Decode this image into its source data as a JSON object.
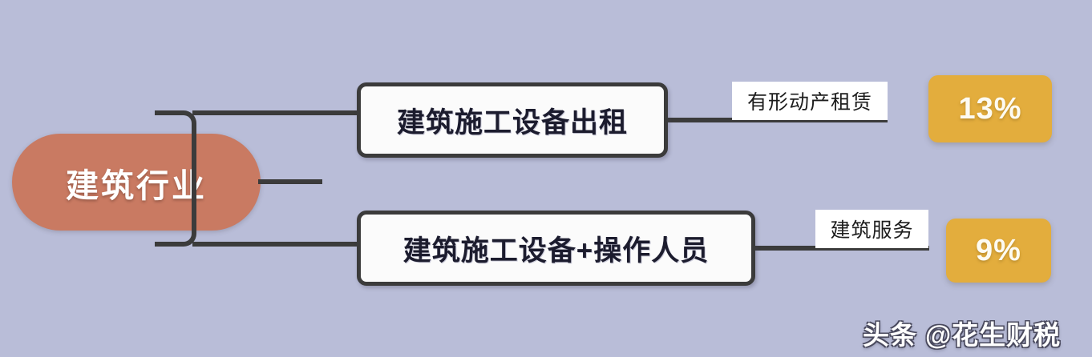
{
  "background_color": "#b9bdd8",
  "diagram": {
    "root": {
      "label": "建筑行业",
      "color": "#c97a62",
      "text_color": "#ffffff"
    },
    "branches": [
      {
        "label": "建筑施工设备出租",
        "tag": "有形动产租赁",
        "rate": "13%",
        "box_color": "#fbfbfb",
        "border_color": "#3b3b3b",
        "badge_color": "#e3ad3d"
      },
      {
        "label": "建筑施工设备+操作人员",
        "tag": "建筑服务",
        "rate": "9%",
        "box_color": "#fbfbfb",
        "border_color": "#3b3b3b",
        "badge_color": "#e3ad3d"
      }
    ],
    "connector_color": "#3b3b3b"
  },
  "watermark": {
    "platform": "头条",
    "account": "@花生财税"
  }
}
